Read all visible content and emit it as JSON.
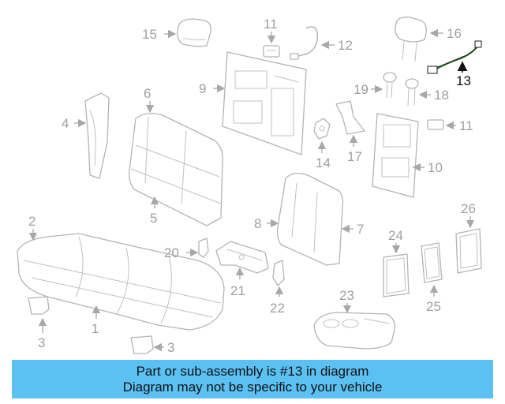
{
  "diagram": {
    "callouts": [
      "1",
      "2",
      "3",
      "3",
      "4",
      "5",
      "6",
      "7",
      "8",
      "9",
      "10",
      "11",
      "11",
      "12",
      "13",
      "14",
      "15",
      "16",
      "17",
      "18",
      "19",
      "20",
      "21",
      "22",
      "23",
      "24",
      "25",
      "26"
    ],
    "highlighted_part": "13",
    "colors": {
      "part_stroke": "#b4b4b4",
      "label": "#a0a0a0",
      "highlight": "#111111",
      "highlight_part": "#2e7d32"
    }
  },
  "banner": {
    "line1": "Part or sub-assembly is #13 in diagram",
    "line2": "Diagram may not be specific to your vehicle",
    "background": "#5bc0f2"
  }
}
